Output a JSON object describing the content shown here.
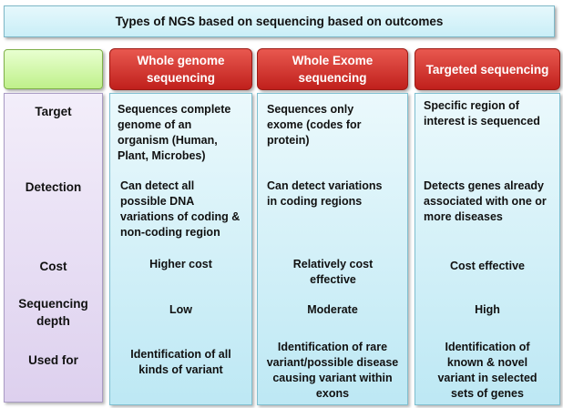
{
  "title": "Types of NGS based on sequencing based on outcomes",
  "headers": [
    "Whole genome sequencing",
    "Whole Exome sequencing",
    "Targeted sequencing"
  ],
  "row_labels": {
    "target": "Target",
    "detection": "Detection",
    "cost": "Cost",
    "depth_line1": "Sequencing",
    "depth_line2": "depth",
    "used_for": "Used for"
  },
  "whole_genome": {
    "target": "Sequences complete genome of an organism (Human, Plant, Microbes)",
    "detection": "Can detect all possible DNA variations of coding & non-coding region",
    "cost": "Higher cost",
    "depth": "Low",
    "used_for": "Identification of all kinds of variant"
  },
  "whole_exome": {
    "target": "Sequences only exome (codes for protein)",
    "detection": "Can detect variations in coding regions",
    "cost": "Relatively cost effective",
    "depth": "Moderate",
    "used_for": "Identification of rare variant/possible disease causing variant within exons"
  },
  "targeted": {
    "target": "Specific region of interest is sequenced",
    "detection": "Detects genes already associated with one or more diseases",
    "cost": "Cost effective",
    "depth": "High",
    "used_for": "Identification of known & novel variant in selected sets of genes"
  }
}
